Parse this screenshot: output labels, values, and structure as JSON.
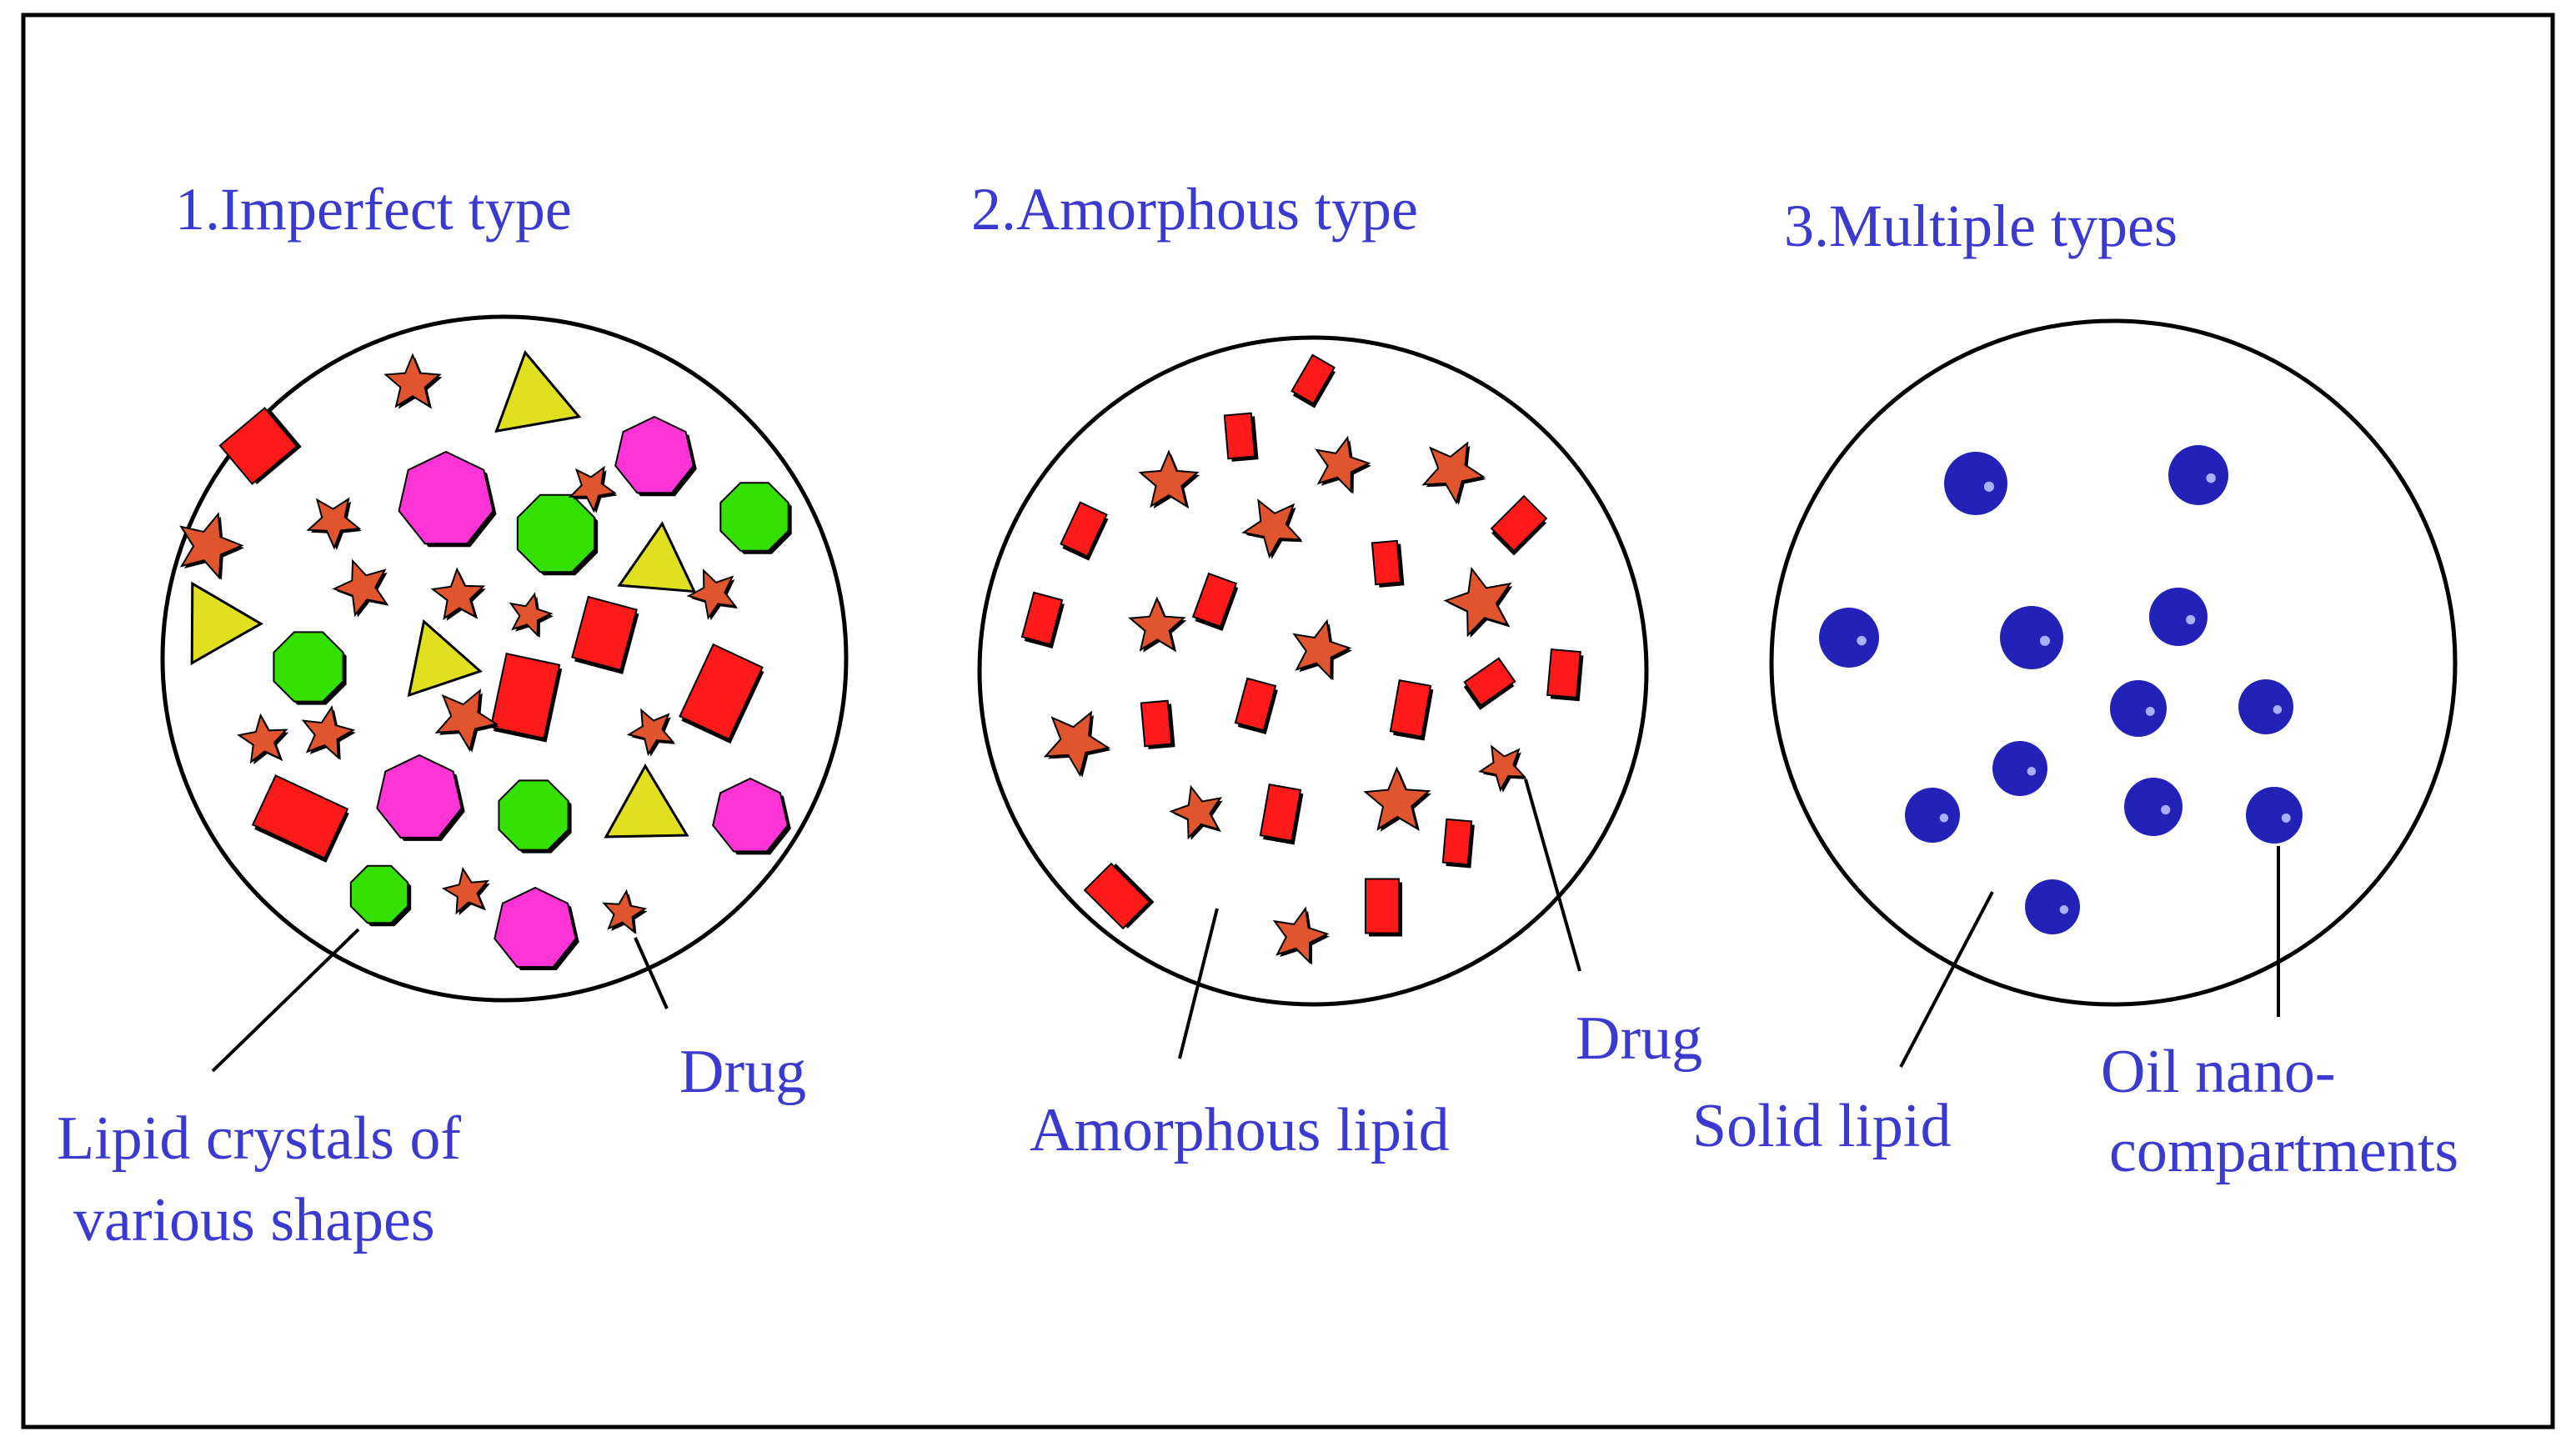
{
  "panels": [
    {
      "title": "1.Imperfect type",
      "labels": {
        "crystals_line1": "Lipid crystals of",
        "crystals_line2": "various shapes",
        "drug": "Drug"
      }
    },
    {
      "title": "2.Amorphous type",
      "labels": {
        "lipid": "Amorphous lipid",
        "drug": "Drug"
      }
    },
    {
      "title": "3.Multiple types",
      "labels": {
        "solid": "Solid lipid",
        "oil_line1": "Oil nano-",
        "oil_line2": "compartments"
      }
    }
  ],
  "colors": {
    "label_text": "#3a3ad0",
    "drug_star": "#e0542e",
    "lipid_rect": "#ff1a1a",
    "triangle": "#e0e020",
    "heptagon": "#ff33d6",
    "green_polygon": "#33e000",
    "oil_droplet": "#2222b8"
  }
}
